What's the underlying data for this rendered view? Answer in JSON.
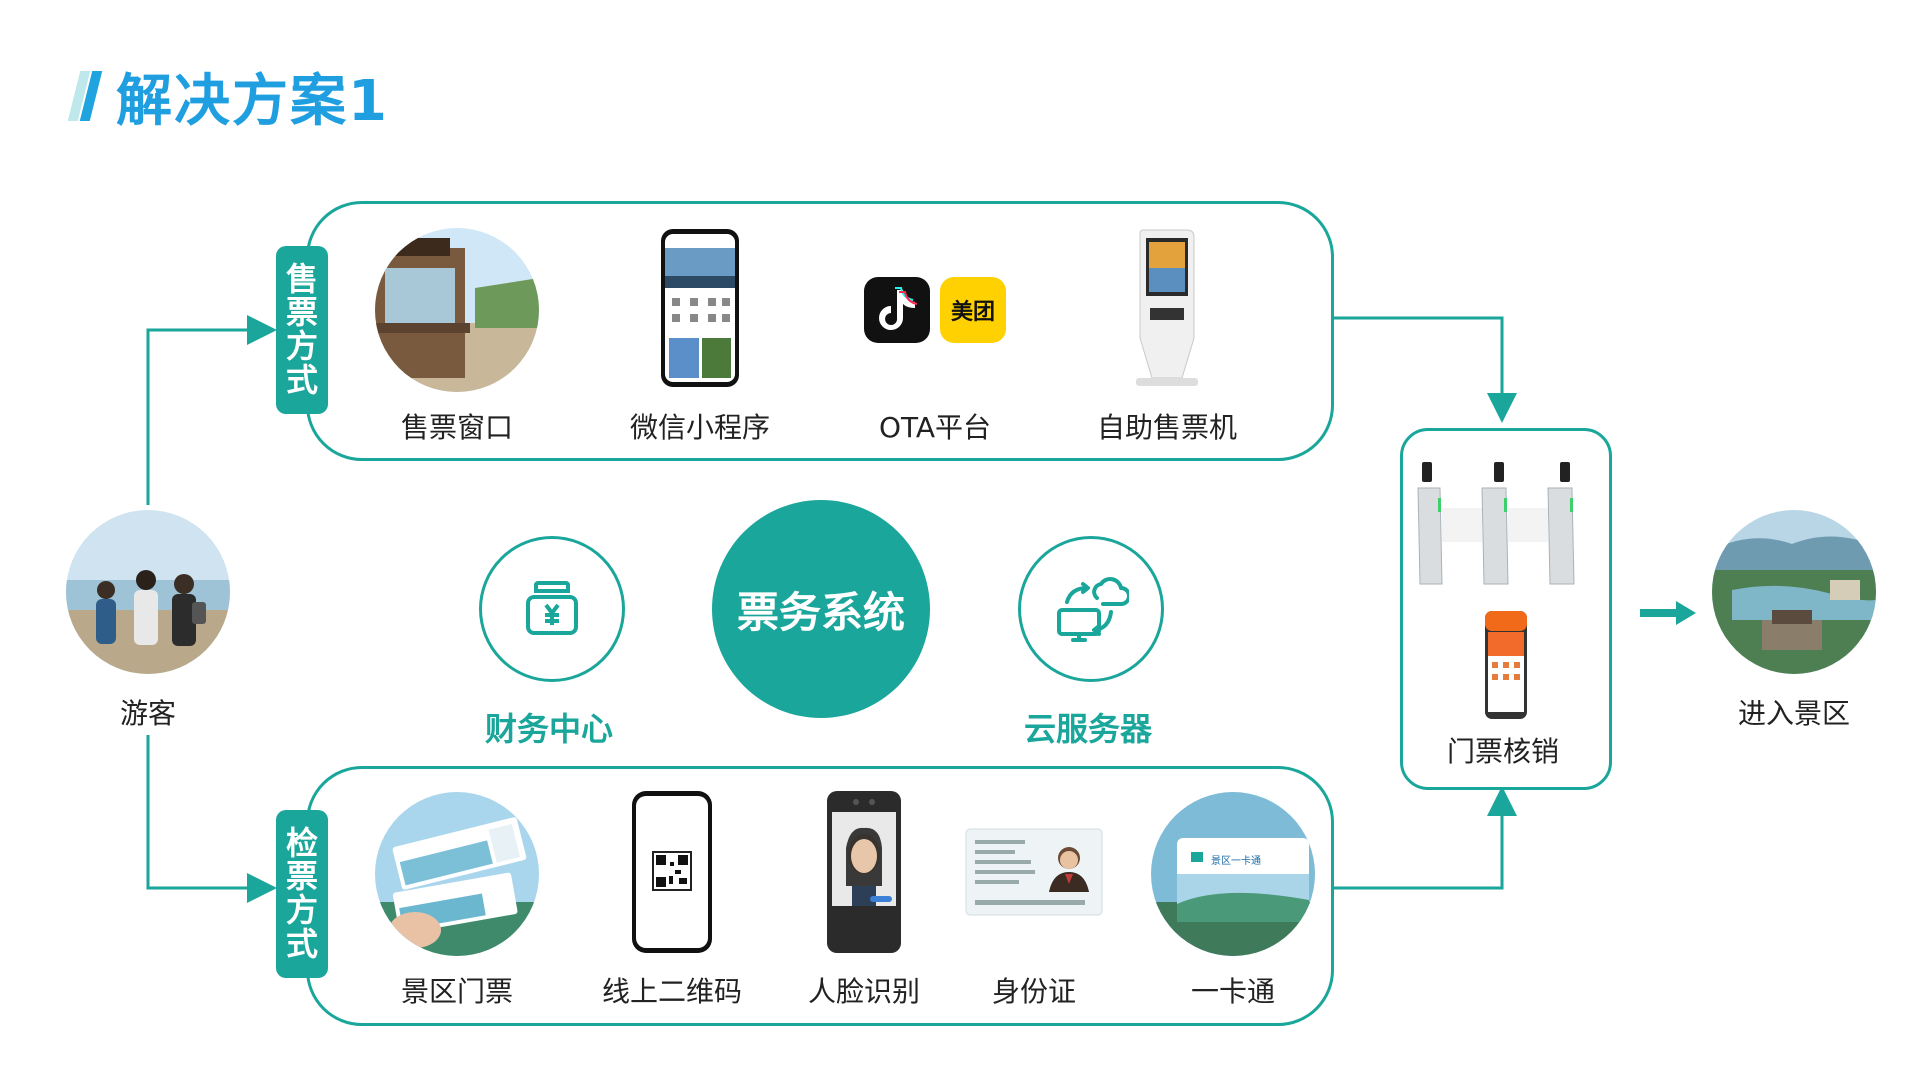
{
  "title": "解决方案1",
  "visitor": {
    "label": "游客"
  },
  "destination": {
    "label": "进入景区"
  },
  "sale": {
    "tag": [
      "售",
      "票",
      "方",
      "式"
    ],
    "items": [
      {
        "label": "售票窗口",
        "icon": "ticket-window-photo"
      },
      {
        "label": "微信小程序",
        "icon": "wechat-miniprogram-phone"
      },
      {
        "label": "OTA平台",
        "icon": "ota-logos",
        "meituan": "美团"
      },
      {
        "label": "自助售票机",
        "icon": "self-service-kiosk"
      }
    ]
  },
  "check": {
    "tag": [
      "检",
      "票",
      "方",
      "式"
    ],
    "items": [
      {
        "label": "景区门票",
        "icon": "paper-ticket-photo"
      },
      {
        "label": "线上二维码",
        "icon": "qr-code-phone"
      },
      {
        "label": "人脸识别",
        "icon": "face-recognition-device"
      },
      {
        "label": "身份证",
        "icon": "id-card"
      },
      {
        "label": "一卡通",
        "icon": "smart-card",
        "card_text": "景区一卡通"
      }
    ]
  },
  "center": {
    "label": "票务系统"
  },
  "finance": {
    "label": "财务中心",
    "icon": "money-box-icon"
  },
  "cloud": {
    "label": "云服务器",
    "icon": "cloud-server-icon"
  },
  "verify": {
    "label": "门票核销",
    "icon": "turnstile-gates"
  },
  "colors": {
    "accent": "#1aa69a",
    "title": "#1f9ee0"
  }
}
